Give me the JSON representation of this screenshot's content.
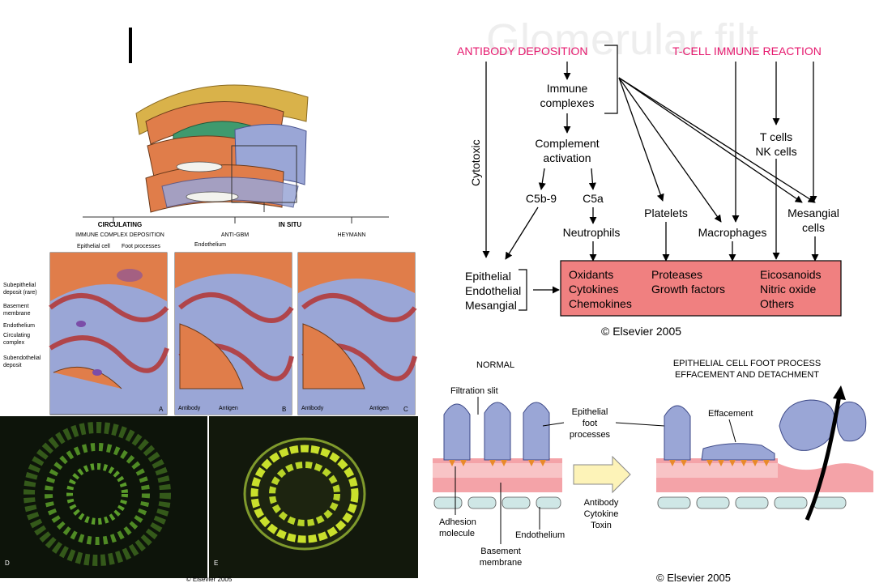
{
  "slide": {
    "title_fragment": "Glomerular filt",
    "copyright_left": "© Elsevier 2005",
    "copyright_topright": "© Elsevier 2005",
    "copyright_bottomright": "© Elsevier 2005"
  },
  "left_panel": {
    "circulating_header": "CIRCULATING",
    "circulating_sub": "IMMUNE COMPLEX DEPOSITION",
    "insitu_header": "IN SITU",
    "antigbm": "ANTI-GBM",
    "heymann": "HEYMANN",
    "epithelial_cell": "Epithelial cell",
    "foot_processes": "Foot processes",
    "endothelium_b": "Endothelium",
    "side_labels": [
      "Subepithelial",
      "deposit (rare)",
      "Basement",
      "membrane",
      "Endothelium",
      "Circulating",
      "complex",
      "Subendothelial",
      "deposit"
    ],
    "panel_letters": [
      "A",
      "B",
      "C"
    ],
    "antibody_b": "Antibody",
    "antigen_b": "Antigen",
    "antibody_c": "Antibody",
    "antigen_c": "Antigen",
    "micro_letters": [
      "D",
      "E"
    ]
  },
  "flowchart": {
    "antibody_deposition": "ANTIBODY DEPOSITION",
    "tcell_reaction": "T-CELL IMMUNE REACTION",
    "immune_complexes": [
      "Immune",
      "complexes"
    ],
    "complement_activation": [
      "Complement",
      "activation"
    ],
    "c5b9": "C5b-9",
    "c5a": "C5a",
    "neutrophils": "Neutrophils",
    "platelets": "Platelets",
    "macrophages": "Macrophages",
    "tcells": [
      "T cells",
      "NK cells"
    ],
    "mesangial_cells": [
      "Mesangial",
      "cells"
    ],
    "cytotoxic": "Cytotoxic",
    "targets": [
      "Epithelial",
      "Endothelial",
      "Mesangial"
    ],
    "mediators_col1": [
      "Oxidants",
      "Cytokines",
      "Chemokines"
    ],
    "mediators_col2": [
      "Proteases",
      "Growth factors"
    ],
    "mediators_col3": [
      "Eicosanoids",
      "Nitric oxide",
      "Others"
    ]
  },
  "podocyte_diagram": {
    "normal": "NORMAL",
    "effacement_title": [
      "EPITHELIAL CELL FOOT PROCESS",
      "EFFACEMENT AND DETACHMENT"
    ],
    "filtration_slit": "Filtration slit",
    "epithelial_foot": [
      "Epithelial",
      "foot",
      "processes"
    ],
    "effacement": "Effacement",
    "adhesion": [
      "Adhesion",
      "molecule"
    ],
    "basement": [
      "Basement",
      "membrane"
    ],
    "endothelium": "Endothelium",
    "causes": [
      "Antibody",
      "Cytokine",
      "Toxin"
    ]
  },
  "colors": {
    "accent_pink": "#e6196e",
    "mediator_fill": "#f08080",
    "podocyte_blue": "#9aa6d6",
    "membrane_pink": "#f4a3a8",
    "endo_teal": "#cfe7e6"
  }
}
